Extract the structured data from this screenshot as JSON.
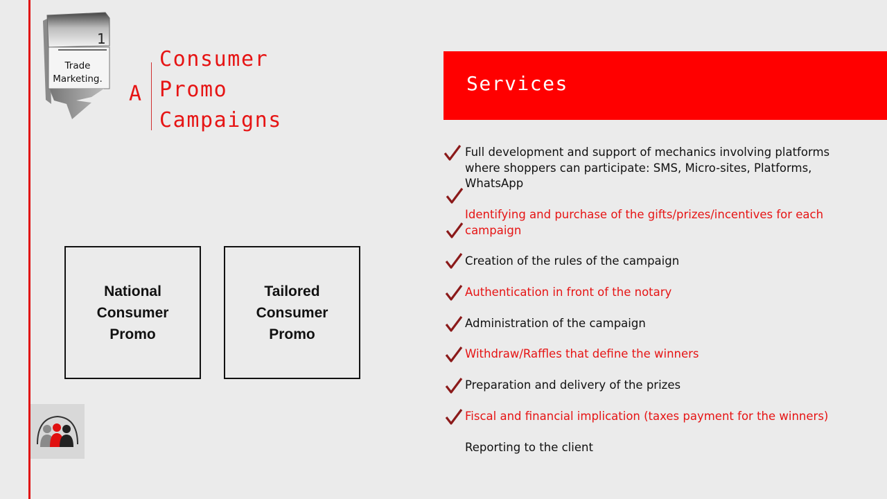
{
  "badge": {
    "number": "1",
    "line1": "Trade",
    "line2": "Marketing."
  },
  "title": {
    "letter": "A",
    "lines": [
      "Consumer",
      "Promo",
      "Campaigns"
    ]
  },
  "boxes": [
    {
      "lines": [
        "National",
        "Consumer",
        "Promo"
      ]
    },
    {
      "lines": [
        "Tailored",
        "Consumer",
        "Promo"
      ]
    }
  ],
  "services": {
    "heading": "Services",
    "items": [
      "Full development and support of mechanics involving platforms where shoppers can participate: SMS, Micro-sites, Platforms, WhatsApp",
      "Identifying and purchase of the gifts/prizes/incentives for each campaign",
      "Creation of the rules of the campaign",
      "Authentication in front of the notary",
      "Administration of the campaign",
      "Withdraw/Raffles that define the winners",
      "Preparation and delivery of the prizes",
      "Fiscal and financial implication (taxes payment for the winners)",
      "Reporting to the client"
    ]
  },
  "colors": {
    "accent": "#e61414",
    "banner": "#ff0000",
    "check": "#8b1a1a",
    "background": "#ebebeb"
  }
}
